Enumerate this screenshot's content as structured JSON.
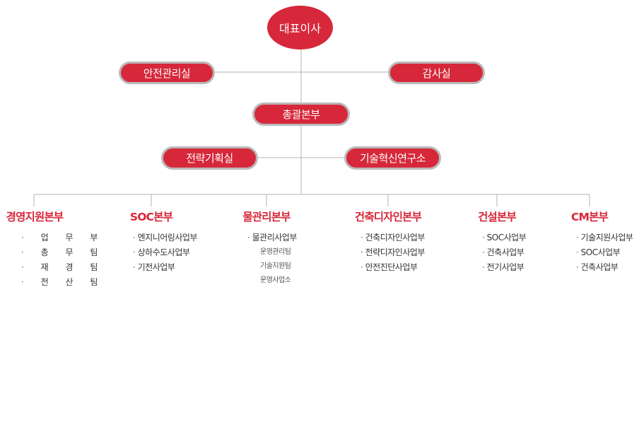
{
  "top": {
    "ceo": "대표이사",
    "safety": "안전관리실",
    "audit": "감사실",
    "general": "총괄본부",
    "strategy": "전략기획실",
    "research": "기술혁신연구소"
  },
  "divisions": [
    {
      "title": "경영지원본부",
      "items": [
        "업 무 부",
        "총 무 팀",
        "재 경 팀",
        "전 산 팀"
      ],
      "subs": []
    },
    {
      "title": "SOC본부",
      "items": [
        "엔지니어링사업부",
        "상하수도사업부",
        "기전사업부"
      ],
      "subs": []
    },
    {
      "title": "물관리본부",
      "items": [
        "물관리사업부"
      ],
      "subs": [
        "운영관리팀",
        "기술지원팀",
        "운영사업소"
      ]
    },
    {
      "title": "건축디자인본부",
      "items": [
        "건축디자인사업부",
        "전략디자인사업부",
        "안전진단사업부"
      ],
      "subs": []
    },
    {
      "title": "건설본부",
      "items": [
        "SOC사업부",
        "건축사업부",
        "전기사업부"
      ],
      "subs": []
    },
    {
      "title": "CM본부",
      "items": [
        "기술지원사업부",
        "SOC사업부",
        "건축사업부"
      ],
      "subs": []
    }
  ],
  "colors": {
    "accent": "#d6283a",
    "line": "#b3b3b3"
  }
}
